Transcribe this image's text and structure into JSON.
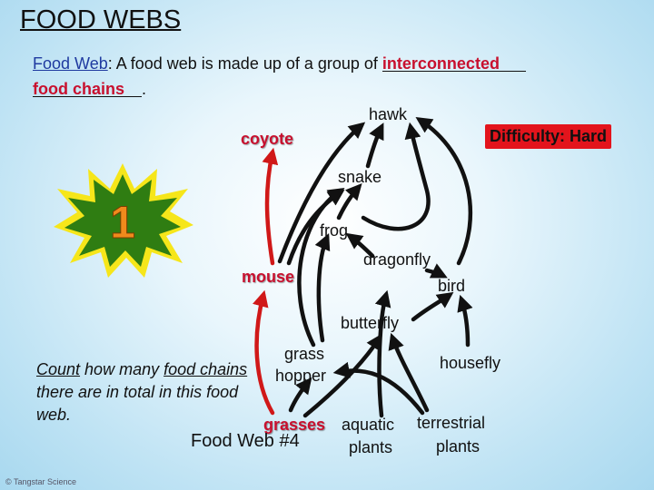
{
  "title": "FOOD WEBS",
  "definition": {
    "term": "Food Web",
    "text": ":  A food web is made up of a group of ",
    "blank1": "interconnected",
    "blank2": "food chains",
    "end": "."
  },
  "difficulty": "Difficulty: Hard",
  "badge_number": "1",
  "nodes": {
    "hawk": "hawk",
    "coyote": "coyote",
    "snake": "snake",
    "frog": "frog",
    "dragonfly": "dragonfly",
    "mouse": "mouse",
    "bird": "bird",
    "butterfly": "butterfly",
    "grasshopper_1": "grass",
    "grasshopper_2": "hopper",
    "housefly": "housefly",
    "grasses": "grasses",
    "aquatic_1": "aquatic",
    "aquatic_2": "plants",
    "terrestrial_1": "terrestrial",
    "terrestrial_2": "plants"
  },
  "question": {
    "word1": "Count",
    "text1": " how many ",
    "word2": "food chains",
    "text2": " there are in total in this food web."
  },
  "caption": "Food Web #4",
  "copyright": "© Tangstar Science",
  "colors": {
    "accent_red": "#c8102e",
    "badge_green": "#2f7d12",
    "badge_yellow": "#f6e61a",
    "number_orange": "#f08a1c"
  }
}
